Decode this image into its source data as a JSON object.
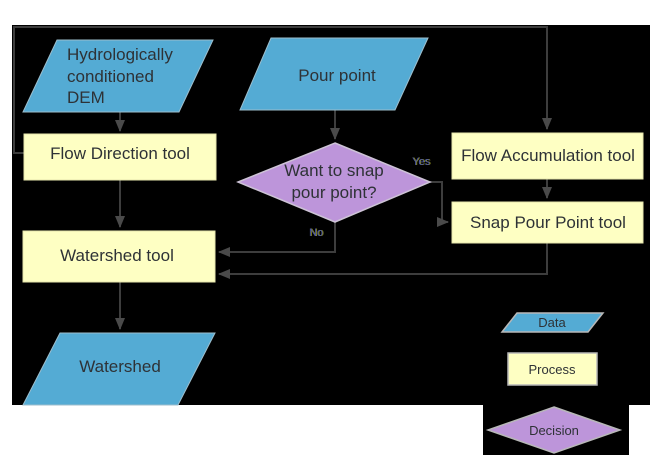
{
  "nodes": {
    "dem": {
      "lines": [
        "Hydrologically",
        "conditioned",
        "DEM"
      ]
    },
    "pour_point": {
      "label": "Pour point"
    },
    "flow_direction": {
      "label": "Flow Direction tool"
    },
    "flow_accumulation": {
      "label": "Flow Accumulation tool"
    },
    "snap_pour_point": {
      "label": "Snap Pour Point tool"
    },
    "watershed_tool": {
      "label": "Watershed tool"
    },
    "watershed": {
      "label": "Watershed"
    },
    "decision": {
      "lines": [
        "Want to snap",
        "pour point?"
      ]
    }
  },
  "edge_labels": {
    "yes": "Yes",
    "no": "No"
  },
  "legend": {
    "data_label": "Data",
    "process_label": "Process",
    "decision_label": "Decision"
  },
  "colors": {
    "canvas_bg": "#000000",
    "data_fill": "#54abd4",
    "process_fill": "#feffc3",
    "decision_fill": "#bd95da",
    "connector": "#3d3d3d"
  }
}
